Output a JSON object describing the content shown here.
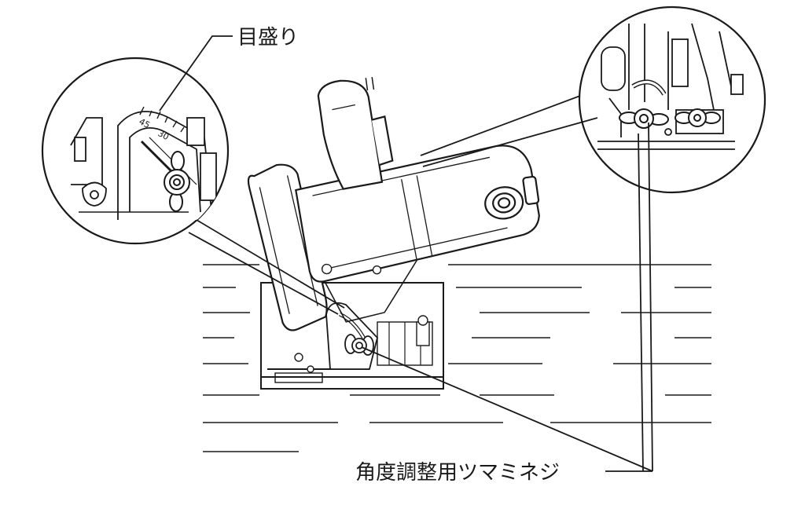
{
  "labels": {
    "scale": "目盛り",
    "bevel_knob": "角度調整用ツマミネジ"
  },
  "scale_ticks": [
    "45",
    "30"
  ],
  "colors": {
    "ink": "#1a1a1a",
    "paper": "#ffffff"
  }
}
